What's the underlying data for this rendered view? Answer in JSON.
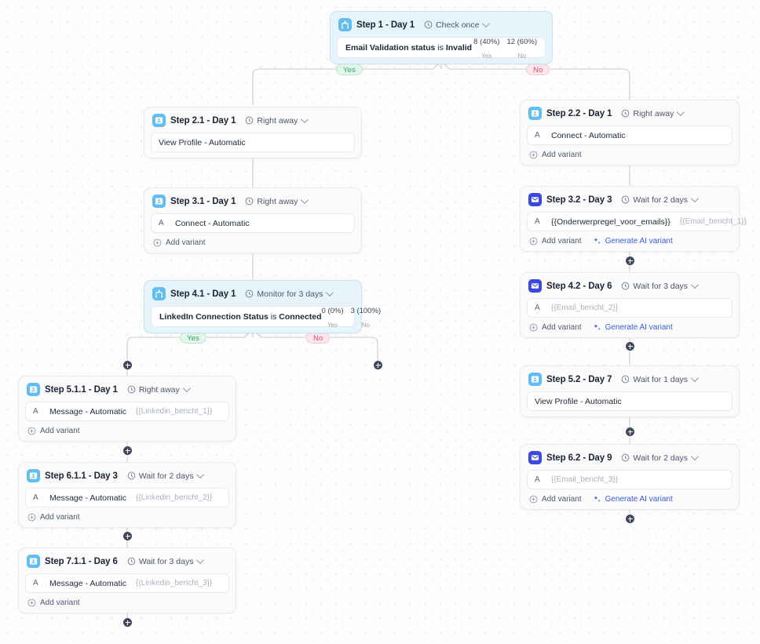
{
  "labels": {
    "yes": "Yes",
    "no": "No",
    "add_variant": "Add variant",
    "generate_ai_variant": "Generate AI variant",
    "variant_letter": "A"
  },
  "colors": {
    "linkedin_icon": "#63bdf0",
    "email_icon": "#3b49df",
    "condition_card": "#eaf6fd",
    "yes_pill_text": "#2f9e63",
    "no_pill_text": "#d2506c",
    "ai_link": "#3b5bdb",
    "connector": "#c9ccd4"
  },
  "nodes": [
    {
      "id": "step-1",
      "title": "Step 1 - Day 1",
      "timing": "Check once",
      "icon": "condition-branch-icon",
      "kind": "condition",
      "condition": {
        "prefix": "Email Validation status",
        "verb": "is",
        "value": "Invalid"
      },
      "stats": [
        {
          "value": "8 (40%)",
          "label": "Yes"
        },
        {
          "value": "12 (60%)",
          "label": "No"
        }
      ]
    },
    {
      "id": "step-2-1",
      "title": "Step 2.1 - Day 1",
      "timing": "Right away",
      "icon": "linkedin-person-icon",
      "kind": "action",
      "rows": [
        {
          "variant": "",
          "action": "View Profile - Automatic",
          "token": ""
        }
      ],
      "footer": []
    },
    {
      "id": "step-3-1",
      "title": "Step 3.1 - Day 1",
      "timing": "Right away",
      "icon": "linkedin-person-icon",
      "kind": "action",
      "rows": [
        {
          "variant": "A",
          "action": "Connect - Automatic",
          "token": ""
        }
      ],
      "footer": [
        "Add variant"
      ]
    },
    {
      "id": "step-4-1",
      "title": "Step 4.1 - Day 1",
      "timing": "Monitor for 3 days",
      "icon": "condition-branch-icon",
      "kind": "condition",
      "condition": {
        "prefix": "LinkedIn Connection Status",
        "verb": "is",
        "value": "Connected"
      },
      "stats": [
        {
          "value": "0 (0%)",
          "label": "Yes"
        },
        {
          "value": "3 (100%)",
          "label": "No"
        }
      ]
    },
    {
      "id": "step-5-1-1",
      "title": "Step 5.1.1 - Day 1",
      "timing": "Right away",
      "icon": "linkedin-person-icon",
      "kind": "action",
      "rows": [
        {
          "variant": "A",
          "action": "Message - Automatic",
          "token": "{{Linkedin_bericht_1}}"
        }
      ],
      "footer": [
        "Add variant"
      ]
    },
    {
      "id": "step-6-1-1",
      "title": "Step 6.1.1 - Day 3",
      "timing": "Wait for 2 days",
      "icon": "linkedin-person-icon",
      "kind": "action",
      "rows": [
        {
          "variant": "A",
          "action": "Message - Automatic",
          "token": "{{Linkedin_bericht_2}}"
        }
      ],
      "footer": [
        "Add variant"
      ]
    },
    {
      "id": "step-7-1-1",
      "title": "Step 7.1.1 - Day 6",
      "timing": "Wait for 3 days",
      "icon": "linkedin-person-icon",
      "kind": "action",
      "rows": [
        {
          "variant": "A",
          "action": "Message - Automatic",
          "token": "{{Linkedin_bericht_3}}"
        }
      ],
      "footer": [
        "Add variant"
      ]
    },
    {
      "id": "step-2-2",
      "title": "Step 2.2 - Day 1",
      "timing": "Right away",
      "icon": "linkedin-person-icon",
      "kind": "action",
      "rows": [
        {
          "variant": "A",
          "action": "Connect - Automatic",
          "token": ""
        }
      ],
      "footer": [
        "Add variant"
      ]
    },
    {
      "id": "step-3-2",
      "title": "Step 3.2 - Day 3",
      "timing": "Wait for 2 days",
      "icon": "email-icon",
      "kind": "action",
      "rows": [
        {
          "variant": "A",
          "action": "{{Onderwerpregel_voor_emails}}",
          "token": "{{Email_bericht_1}}"
        }
      ],
      "footer": [
        "Add variant",
        "Generate AI variant"
      ]
    },
    {
      "id": "step-4-2",
      "title": "Step 4.2 - Day 6",
      "timing": "Wait for 3 days",
      "icon": "email-icon",
      "kind": "action",
      "rows": [
        {
          "variant": "A",
          "action": "",
          "token": "{{Email_bericht_2}}"
        }
      ],
      "footer": [
        "Add variant",
        "Generate AI variant"
      ]
    },
    {
      "id": "step-5-2",
      "title": "Step 5.2 - Day 7",
      "timing": "Wait for 1 days",
      "icon": "linkedin-person-icon",
      "kind": "action",
      "rows": [
        {
          "variant": "",
          "action": "View Profile - Automatic",
          "token": ""
        }
      ],
      "footer": []
    },
    {
      "id": "step-6-2",
      "title": "Step 6.2 - Day 9",
      "timing": "Wait for 2 days",
      "icon": "email-icon",
      "kind": "action",
      "rows": [
        {
          "variant": "A",
          "action": "",
          "token": "{{Email_bericht_3}}"
        }
      ],
      "footer": [
        "Add variant",
        "Generate AI variant"
      ]
    }
  ]
}
